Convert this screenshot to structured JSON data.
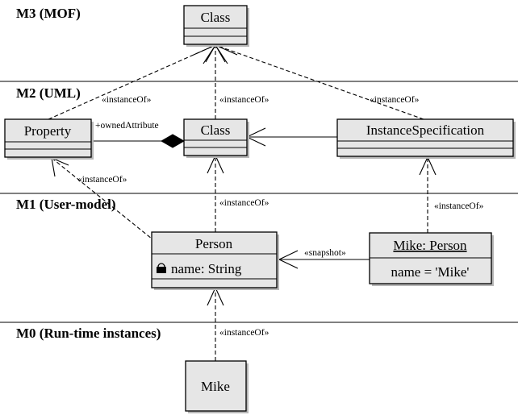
{
  "layers": {
    "m3": "M3 (MOF)",
    "m2": "M2 (UML)",
    "m1": "M1 (User-model)",
    "m0": "M0 (Run-time instances)"
  },
  "m3_class": {
    "name": "Class"
  },
  "m2": {
    "property": {
      "name": "Property"
    },
    "class": {
      "name": "Class"
    },
    "instance_spec": {
      "name": "InstanceSpecification"
    },
    "owned_attribute": "+ownedAttribute"
  },
  "m1": {
    "person": {
      "name": "Person",
      "attribute": "name: String"
    },
    "mike_person": {
      "name": "Mike: Person",
      "attribute": "name = 'Mike'"
    },
    "snapshot": "«snapshot»"
  },
  "m0": {
    "mike": "Mike"
  },
  "labels": {
    "instance_of": "«instanceOf»"
  }
}
